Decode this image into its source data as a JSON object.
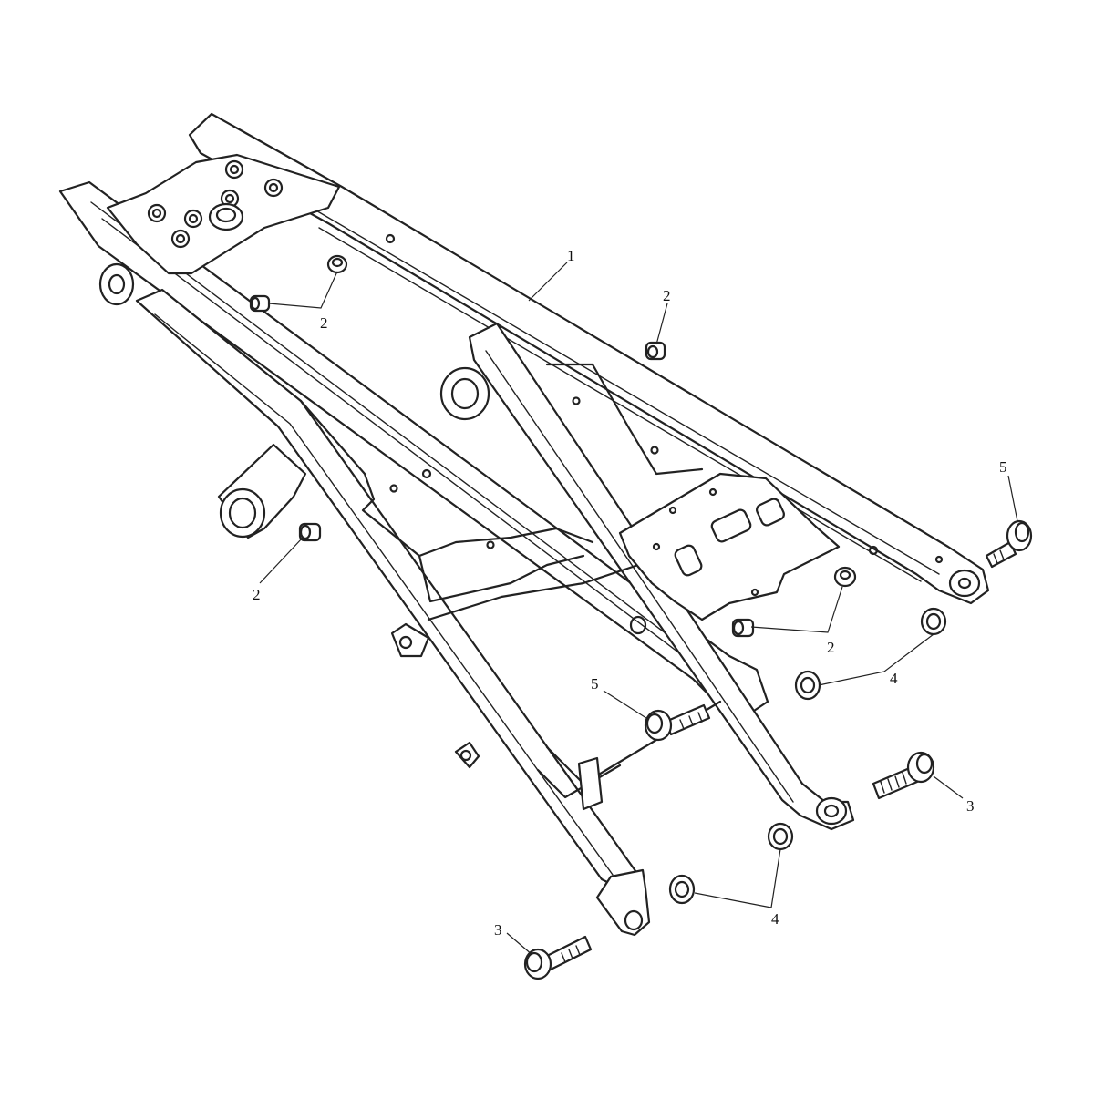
{
  "callouts": {
    "c1": "1",
    "c2a": "2",
    "c2b": "2",
    "c2c": "2",
    "c2d": "2",
    "c3a": "3",
    "c3b": "3",
    "c4a": "4",
    "c4b": "4",
    "c5a": "5",
    "c5b": "5"
  },
  "colors": {
    "line": "#222222",
    "background": "#ffffff"
  }
}
